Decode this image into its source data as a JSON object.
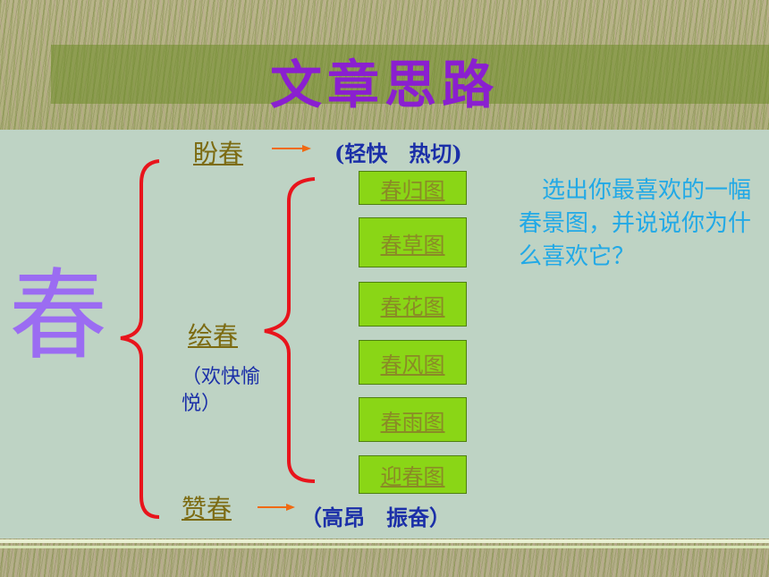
{
  "title": "文章思路",
  "main_char": "春",
  "sections": {
    "pan": {
      "label": "盼春",
      "note": "(轻快　热切)"
    },
    "hui": {
      "label": "绘春",
      "note": "（欢快愉悦）"
    },
    "zan": {
      "label": "赞春",
      "note": "（高昂　振奋）"
    }
  },
  "scene_buttons": [
    "春归图",
    "春草图",
    "春花图",
    "春风图",
    "春雨图",
    "迎春图"
  ],
  "question": "　选出你最喜欢的一幅春景图，并说说你为什么喜欢它？",
  "colors": {
    "title": "#8a1fd0",
    "main_char": "#9b6cf2",
    "brace": "#e8141c",
    "arrow": "#f06a12",
    "note": "#1b2fa8",
    "button_fill": "#8ad616",
    "question": "#22a9e6",
    "panel": "#bed3c4"
  }
}
